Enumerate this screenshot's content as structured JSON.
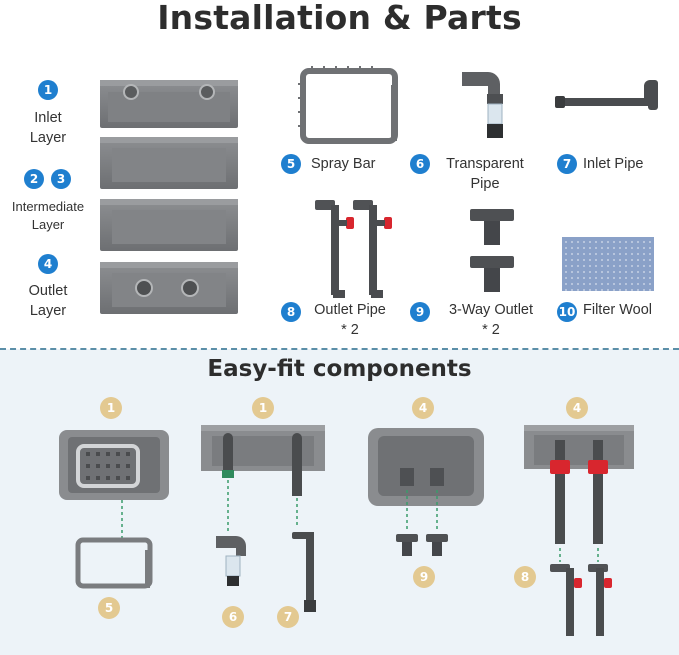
{
  "title": "Installation & Parts",
  "subtitle": "Easy-fit components",
  "layers": [
    {
      "badges": [
        "1"
      ],
      "line1": "Inlet",
      "line2": "Layer"
    },
    {
      "badges": [
        "2",
        "3"
      ],
      "line1": "Intermediate",
      "line2": "Layer"
    },
    {
      "badges": [
        "4"
      ],
      "line1": "Outlet",
      "line2": "Layer"
    }
  ],
  "parts": [
    {
      "badge": "5",
      "line1": "Spray Bar",
      "line2": ""
    },
    {
      "badge": "6",
      "line1": "Transparent",
      "line2": "Pipe"
    },
    {
      "badge": "7",
      "line1": "Inlet Pipe",
      "line2": ""
    },
    {
      "badge": "8",
      "line1": "Outlet Pipe",
      "line2": "* 2"
    },
    {
      "badge": "9",
      "line1": "3-Way Outlet",
      "line2": "* 2"
    },
    {
      "badge": "10",
      "line1": "Filter Wool",
      "line2": ""
    }
  ],
  "components": {
    "top_badges": [
      "1",
      "1",
      "4",
      "4"
    ],
    "bottom_badges": [
      "5",
      "6",
      "7",
      "9",
      "8"
    ]
  },
  "colors": {
    "badge_blue": "#1f7fcf",
    "badge_gold": "#e3c991",
    "tray_gray": "#7b7d80",
    "valve_red": "#d8262e"
  }
}
